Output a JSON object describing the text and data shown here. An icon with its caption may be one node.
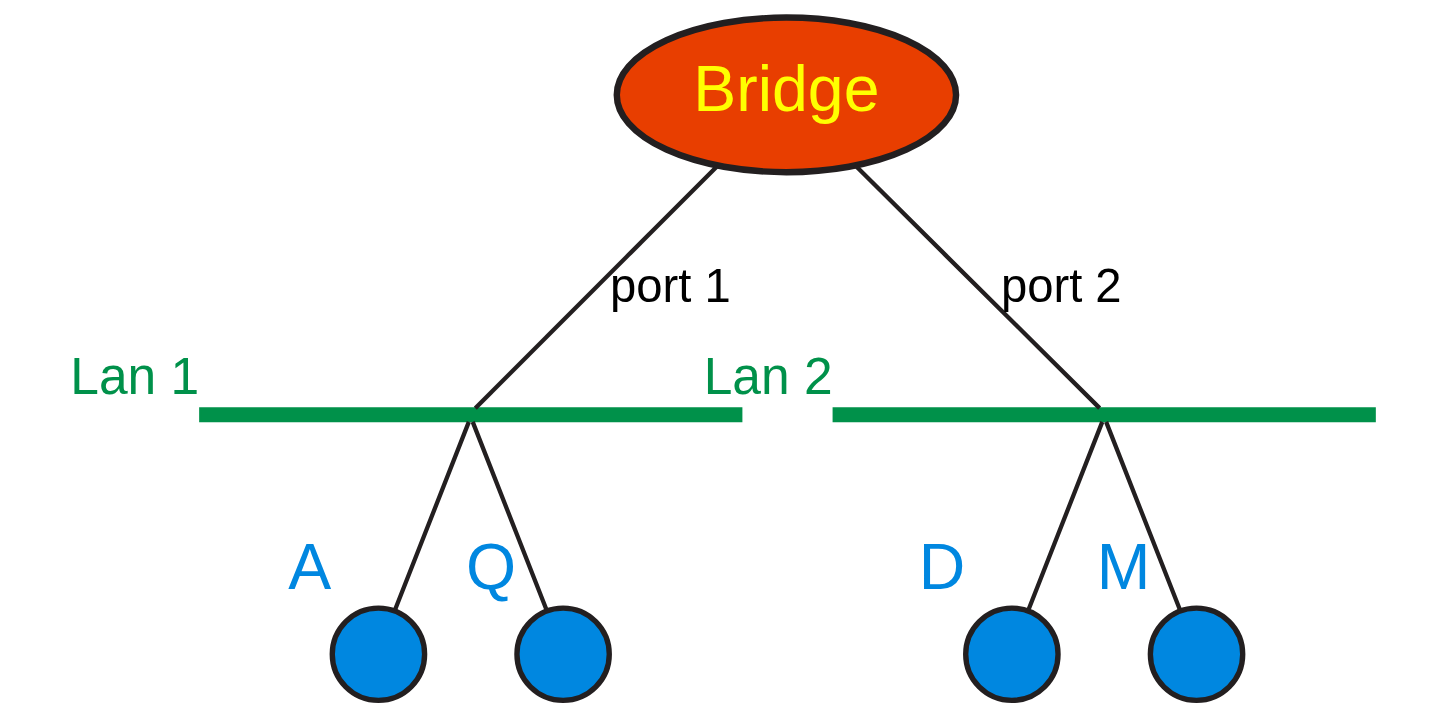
{
  "diagram": {
    "nodes": [
      {
        "text": [
          "Bridge"
        ]
      },
      {
        "text": [
          "Lan 1"
        ]
      },
      {
        "text": [
          "Lan 2"
        ]
      },
      {
        "text": [
          "A"
        ]
      },
      {
        "text": [
          "Q"
        ]
      },
      {
        "text": [
          "D"
        ]
      },
      {
        "text": [
          "M"
        ]
      }
    ],
    "edges": [
      {
        "from": 0,
        "to": 1,
        "arrow": "none",
        "label": "port 1"
      },
      {
        "from": 0,
        "to": 2,
        "arrow": "none",
        "label": "port 2"
      },
      {
        "from": 1,
        "to": 3,
        "arrow": "none"
      },
      {
        "from": 1,
        "to": 4,
        "arrow": "none"
      },
      {
        "from": 2,
        "to": 5,
        "arrow": "none"
      },
      {
        "from": 2,
        "to": 6,
        "arrow": "none"
      }
    ]
  }
}
